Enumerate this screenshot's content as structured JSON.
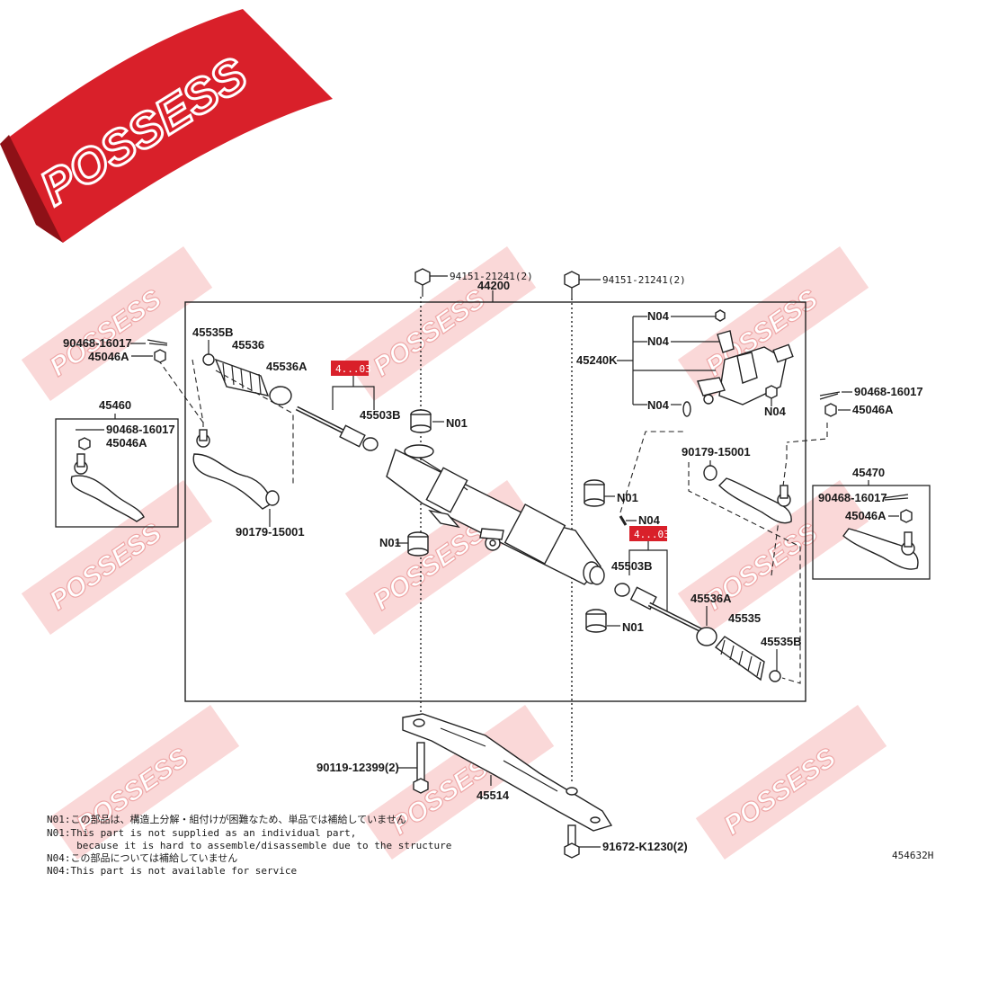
{
  "brand": {
    "name": "POSSESS",
    "color": "#d9202a",
    "watermark_color": "#f4a4a4"
  },
  "diagram_id": "454632H",
  "labels": {
    "bolt_top_left": "94151-21241(2)",
    "bolt_top_right": "94151-21241(2)",
    "assembly": "44200",
    "boot_clamp_left_small": "45535B",
    "boot_left": "45536",
    "clamp_left": "45536A",
    "kit_left": "4...03",
    "rod_left": "45503B",
    "n01_a": "N01",
    "n01_b": "N01",
    "n01_c": "N01",
    "n01_d": "N01",
    "n04_a": "N04",
    "n04_b": "N04",
    "n04_c": "N04",
    "n04_d": "N04",
    "n04_e": "N04",
    "valve": "45240K",
    "pin_left": "90468-16017",
    "nut_left": "45046A",
    "tie_rod_left": "45460",
    "box_pin_left": "90468-16017",
    "box_nut_left": "45046A",
    "nut_bottom_left": "90179-15001",
    "pin_right": "90468-16017",
    "nut_right": "45046A",
    "nut_top_right": "90179-15001",
    "tie_rod_right": "45470",
    "box_pin_right": "90468-16017",
    "box_nut_right": "45046A",
    "kit_right": "4...03",
    "rod_right": "45503B",
    "clamp_right": "45536A",
    "boot_right": "45535",
    "boot_clamp_right_small": "45535B",
    "bracket": "45514",
    "bolt_bottom_left": "90119-12399(2)",
    "bolt_bottom_right": "91672-K1230(2)"
  },
  "notes": [
    "N01:この部品は、構造上分解・組付けが困難なため、単品では補給していません",
    "N01:This part is not supplied as an individual part,",
    "     because it is hard to assemble/disassemble due to the structure",
    "N04:この部品については補給していません",
    "N04:This part is not available for service"
  ]
}
